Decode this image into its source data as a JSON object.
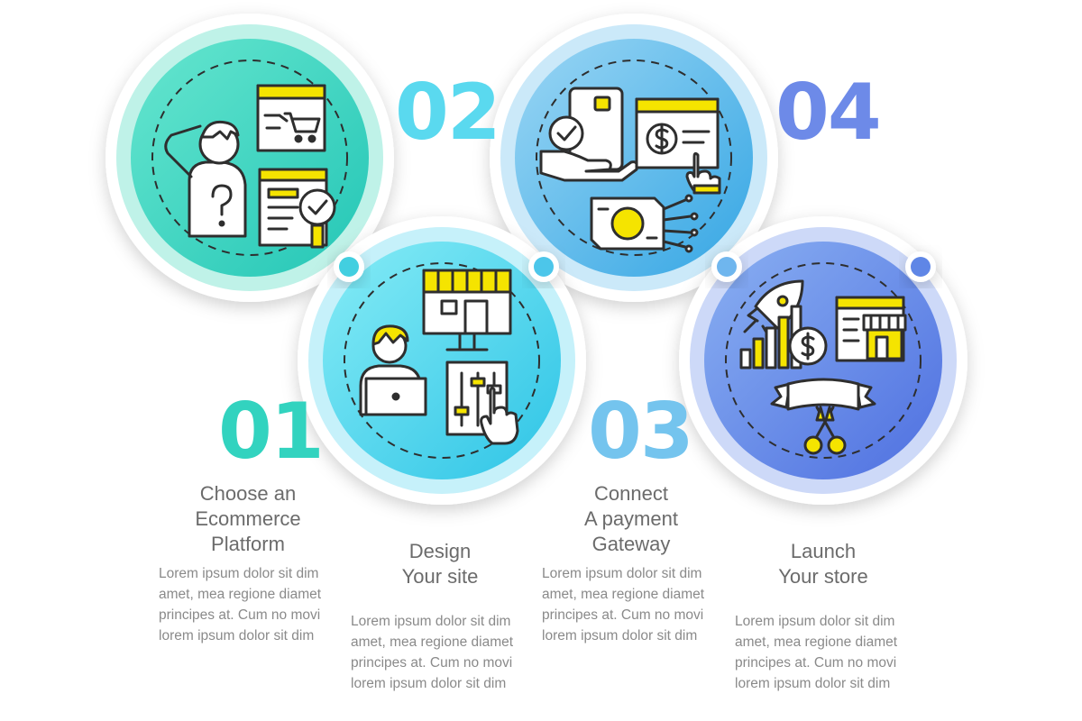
{
  "colors": {
    "step1": "#32d3bf",
    "step2": "#5ad9ef",
    "step3": "#74c4ee",
    "step4": "#6d8ae8",
    "accent": "#f5e400",
    "outline": "#2e2e2e",
    "title_text": "#6b6b6b",
    "body_text": "#8a8a8a"
  },
  "steps": [
    {
      "number": "01",
      "title": "Choose an\nEcommerce\nPlatform",
      "body": "Lorem ipsum dolor sit dim\namet, mea regione diamet\nprincipes at. Cum no movi\nlorem ipsum dolor sit dim",
      "icons": [
        "confused-person-icon",
        "online-shopping-cart-icon",
        "checklist-approved-icon"
      ]
    },
    {
      "number": "02",
      "title": "Design\nYour site",
      "body": "Lorem ipsum dolor sit dim\namet, mea regione diamet\nprincipes at. Cum no movi\nlorem ipsum dolor sit dim",
      "icons": [
        "web-designer-icon",
        "storefront-monitor-icon",
        "touch-settings-sliders-icon"
      ]
    },
    {
      "number": "03",
      "title": "Connect\nA payment\nGateway",
      "body": "Lorem ipsum dolor sit dim\namet, mea regione diamet\nprincipes at. Cum no movi\nlorem ipsum dolor sit dim",
      "icons": [
        "card-payment-approved-icon",
        "online-dollar-payment-icon",
        "digital-money-icon"
      ]
    },
    {
      "number": "04",
      "title": "Launch\nYour store",
      "body": "Lorem ipsum dolor sit dim\namet, mea regione diamet\nprincipes at. Cum no movi\nlorem ipsum dolor sit dim",
      "icons": [
        "rocket-growth-icon",
        "online-store-window-icon",
        "ribbon-cutting-icon"
      ]
    }
  ]
}
